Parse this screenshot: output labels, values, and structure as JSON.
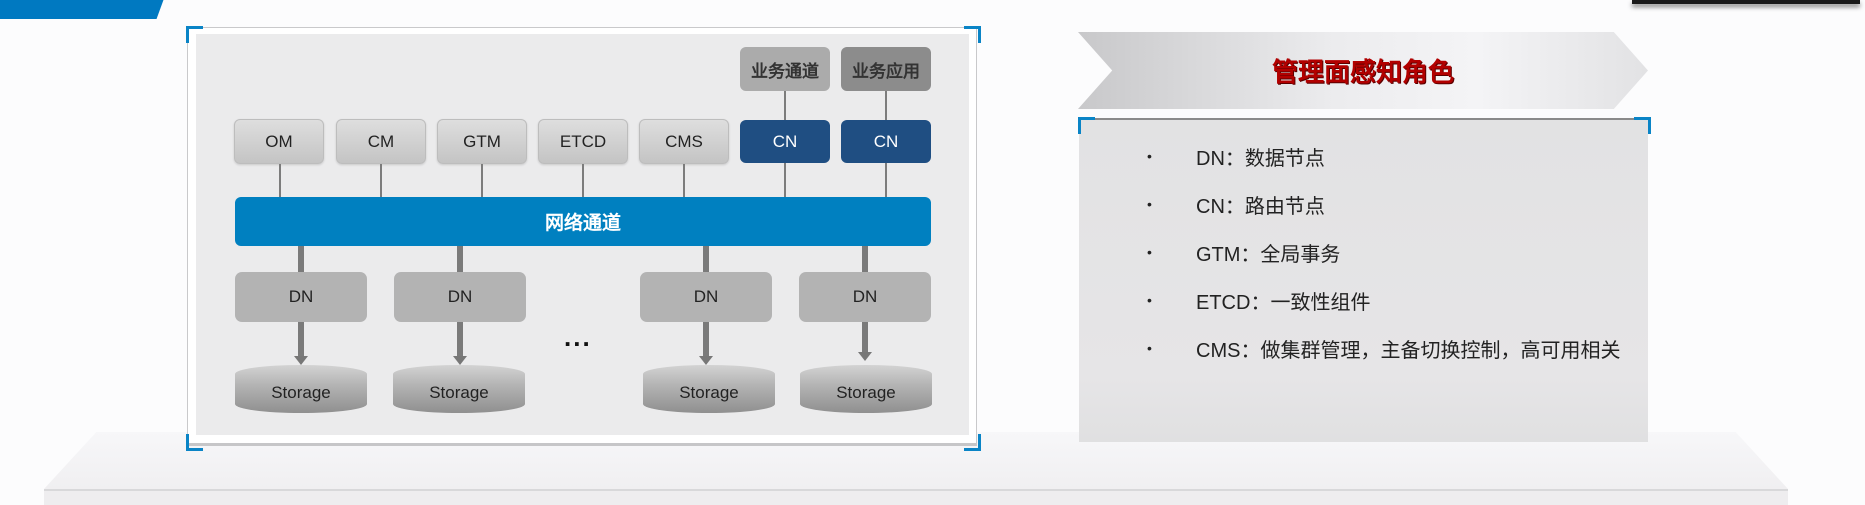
{
  "diagram": {
    "top_nodes": [
      {
        "label": "业务通道",
        "style": "biz1",
        "color": "#ababab"
      },
      {
        "label": "业务应用",
        "style": "biz2",
        "color": "#8c8c8c"
      }
    ],
    "management_nodes": [
      {
        "label": "OM",
        "style": "grey"
      },
      {
        "label": "CM",
        "style": "grey"
      },
      {
        "label": "GTM",
        "style": "grey"
      },
      {
        "label": "ETCD",
        "style": "grey"
      },
      {
        "label": "CMS",
        "style": "grey"
      },
      {
        "label": "CN",
        "style": "cn"
      },
      {
        "label": "CN",
        "style": "cn"
      }
    ],
    "network_bar": {
      "label": "网络通道",
      "color": "#0080c0"
    },
    "data_nodes": [
      {
        "label": "DN",
        "storage": "Storage"
      },
      {
        "label": "DN",
        "storage": "Storage"
      },
      {
        "label": "DN",
        "storage": "Storage"
      },
      {
        "label": "DN",
        "storage": "Storage"
      }
    ],
    "ellipsis": "..."
  },
  "panel": {
    "title": "管理面感知角色",
    "title_color": "#b20000",
    "bullet_glyph": "•",
    "items": [
      {
        "text": "DN：数据节点"
      },
      {
        "text": "CN：路由节点"
      },
      {
        "text": "GTM：全局事务"
      },
      {
        "text": "ETCD：一致性组件"
      },
      {
        "text": "CMS：做集群管理，主备切换控制，高可用相关"
      }
    ]
  },
  "colors": {
    "accent": "#0079c1",
    "cn_node": "#1f4e82"
  }
}
